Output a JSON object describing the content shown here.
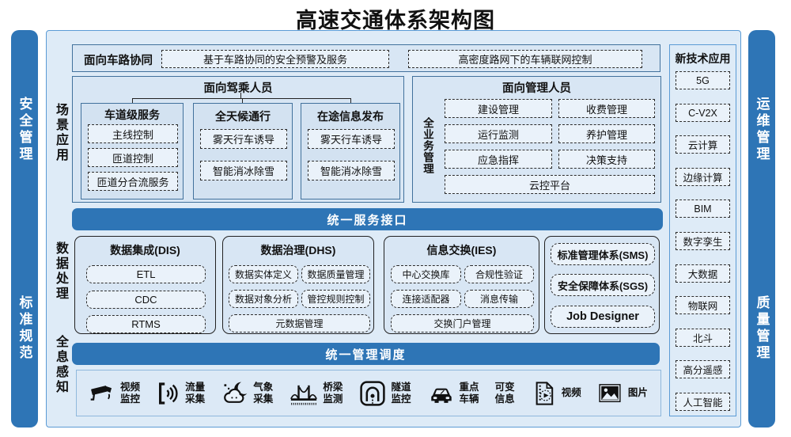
{
  "title": "高速交通体系架构图",
  "side_bars": {
    "left": [
      "安全管理",
      "标准规范"
    ],
    "right": [
      "运维管理",
      "质量管理"
    ]
  },
  "row_labels": [
    "场景应用",
    "数据处理",
    "全息感知"
  ],
  "scenario": {
    "vehicle_road": {
      "label": "面向车路协同",
      "items": [
        "基于车路协同的安全预警及服务",
        "高密度路网下的车辆联网控制"
      ]
    },
    "drivers": {
      "title": "面向驾乘人员",
      "groups": [
        {
          "title": "车道级服务",
          "items": [
            "主线控制",
            "匝道控制",
            "匝道分合流服务"
          ]
        },
        {
          "title": "全天候通行",
          "items": [
            "雾天行车诱导",
            "智能消冰除雪"
          ]
        },
        {
          "title": "在途信息发布",
          "items": [
            "雾天行车诱导",
            "智能消冰除雪"
          ]
        }
      ]
    },
    "managers": {
      "title": "面向管理人员",
      "side_label": "全业务管理",
      "items": [
        "建设管理",
        "收费管理",
        "运行监测",
        "养护管理",
        "应急指挥",
        "决策支持"
      ],
      "wide_item": "云控平台"
    }
  },
  "service_bar_label": "统一服务接口",
  "data_processing": {
    "dis": {
      "title": "数据集成(DIS)",
      "items": [
        "ETL",
        "CDC",
        "RTMS"
      ]
    },
    "dhs": {
      "title": "数据治理(DHS)",
      "items": [
        "数据实体定义",
        "数据质量管理",
        "数据对象分析",
        "管控规则控制"
      ],
      "wide_item": "元数据管理"
    },
    "ies": {
      "title": "信息交换(IES)",
      "items": [
        "中心交换库",
        "合规性验证",
        "连接适配器",
        "消息传输"
      ],
      "wide_item": "交换门户管理"
    },
    "systems": {
      "items": [
        "标准管理体系(SMS)",
        "安全保障体系(SGS)",
        "Job Designer"
      ]
    }
  },
  "management_bar_label": "统一管理调度",
  "perception": {
    "sensors": [
      {
        "icon": "cctv-icon",
        "label": "视频监控"
      },
      {
        "icon": "flow-collect-icon",
        "label": "流量采集"
      },
      {
        "icon": "weather-icon",
        "label": "气象采集"
      },
      {
        "icon": "bridge-icon",
        "label": "桥梁监测"
      },
      {
        "icon": "tunnel-icon",
        "label": "隧道监控"
      },
      {
        "icon": "vehicle-icon",
        "label": "重点车辆"
      },
      {
        "icon": "none",
        "label": "可变信息"
      },
      {
        "icon": "video-file-icon",
        "label": "视频"
      },
      {
        "icon": "picture-icon",
        "label": "图片"
      }
    ]
  },
  "new_tech": {
    "title": "新技术应用",
    "items": [
      "5G",
      "C-V2X",
      "云计算",
      "边缘计算",
      "BIM",
      "数字孪生",
      "大数据",
      "物联网",
      "北斗",
      "高分遥感",
      "人工智能"
    ]
  },
  "colors": {
    "accent_blue": "#2E75B6",
    "panel_bg": "#DEEBF7",
    "panel_border": "#5B9BD5",
    "box_border": "#41719C",
    "dash_border": "#2B2B2B"
  }
}
